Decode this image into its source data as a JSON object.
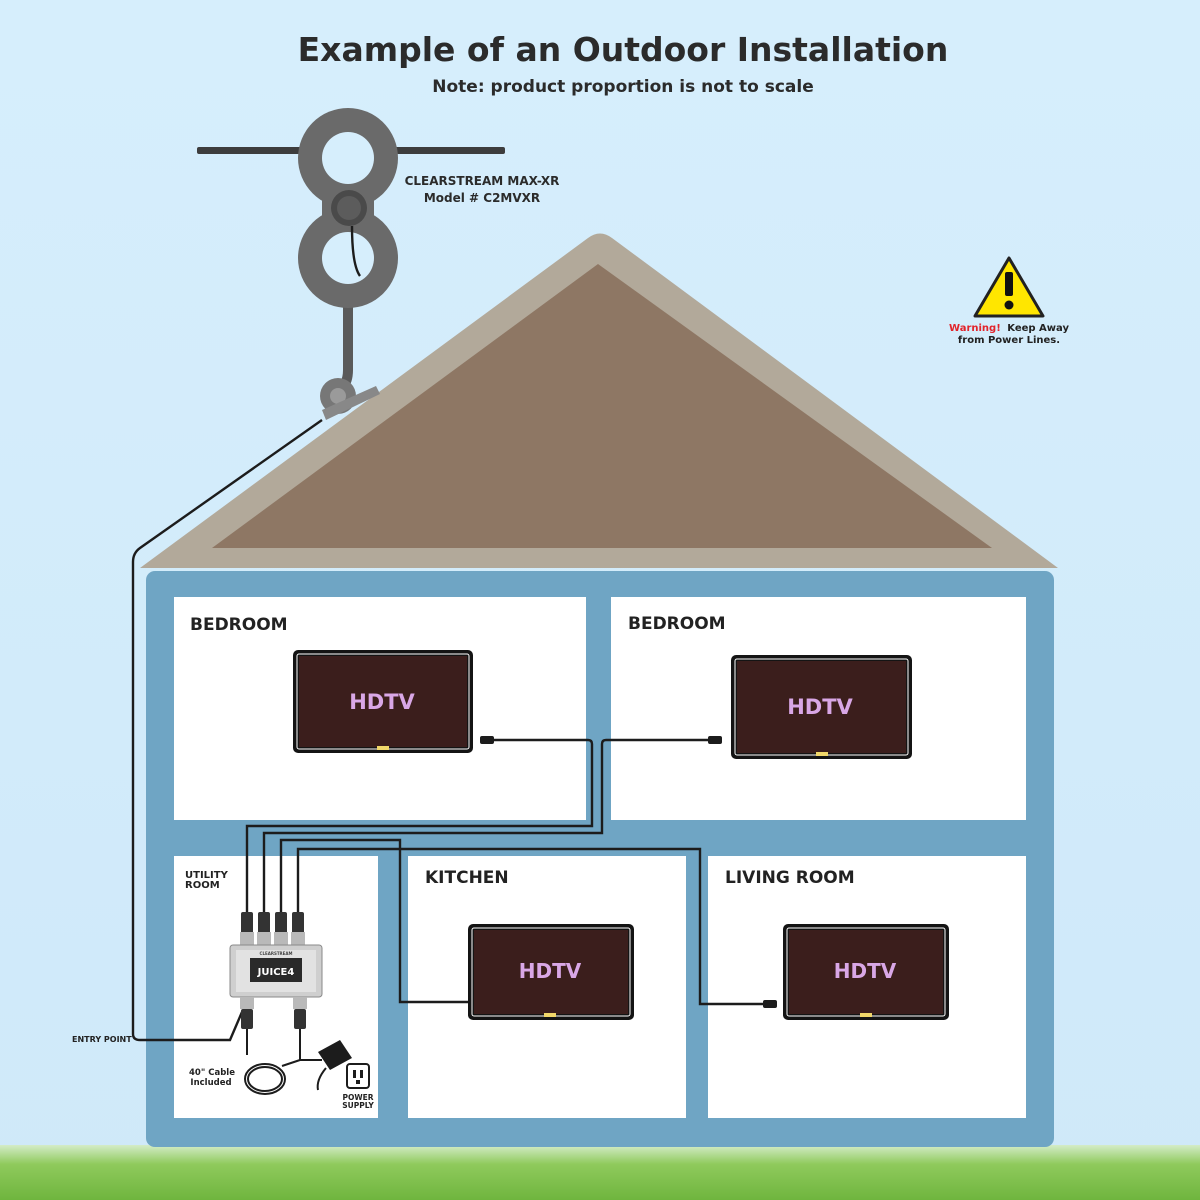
{
  "header": {
    "title": "Example of an Outdoor Installation",
    "note": "Note: product proportion is not to scale"
  },
  "antenna": {
    "name": "CLEARSTREAM MAX-XR",
    "model": "Model # C2MVXR"
  },
  "warning": {
    "label": "Warning!",
    "text_line1": "Keep Away",
    "text_line2": "from Power Lines."
  },
  "rooms": {
    "bedroom_1": "BEDROOM",
    "bedroom_2": "BEDROOM",
    "utility_line1": "UTILITY",
    "utility_line2": "ROOM",
    "kitchen": "KITCHEN",
    "living_room": "LIVING ROOM"
  },
  "tv_label": "HDTV",
  "amplifier": {
    "brand": "JUICE4",
    "top_text": "CLEARSTREAM"
  },
  "labels": {
    "entry_point": "ENTRY POINT",
    "cable_line1": "40\" Cable",
    "cable_line2": "Included",
    "power_line1": "POWER",
    "power_line2": "SUPPLY"
  },
  "colors": {
    "sky": "#d3ecfb",
    "grass": "#7ec04a",
    "roof_outer": "#b2a99a",
    "roof_inner": "#8e7764",
    "house": "#6fa5c4",
    "tv_text": "#d9a7e6",
    "warning_yellow": "#ffe600",
    "warning_red": "#e2242b"
  }
}
